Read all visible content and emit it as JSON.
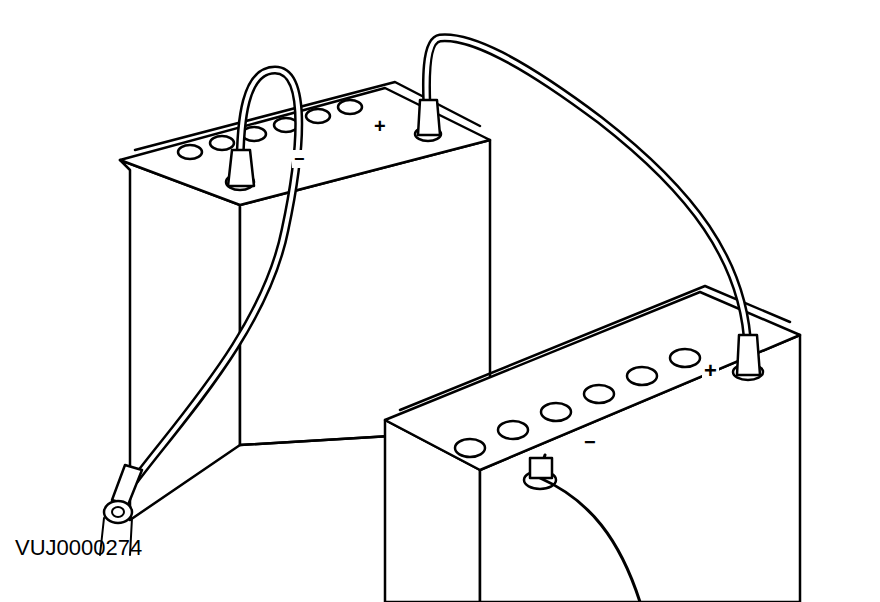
{
  "diagram": {
    "labels": [
      "VUJ0000274",
      "−",
      "+",
      "−",
      "+"
    ]
  }
}
